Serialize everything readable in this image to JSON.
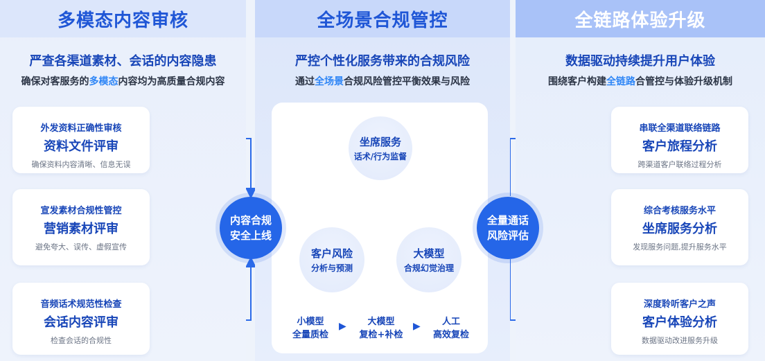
{
  "left": {
    "header": "多模态内容审核",
    "sub1": "严查各渠道素材、会话的内容隐患",
    "sub2_pre": "确保对客服务的",
    "sub2_hl": "多模态",
    "sub2_post": "内容均为高质量合规内容",
    "cards": [
      {
        "l1": "外发资料正确性审核",
        "l2": "资料文件评审",
        "l3": "确保资料内容清晰、信息无误"
      },
      {
        "l1": "宣发素材合规性管控",
        "l2": "营销素材评审",
        "l3": "避免夸大、误传、虚假宣传"
      },
      {
        "l1": "音频话术规范性检查",
        "l2": "会话内容评审",
        "l3": "检查会话的合规性"
      }
    ]
  },
  "left_circle": {
    "line1": "内容合规",
    "line2": "安全上线"
  },
  "mid": {
    "header": "全场景合规管控",
    "sub1": "严控个性化服务带来的合规风险",
    "sub2_pre": "通过",
    "sub2_hl": "全场景",
    "sub2_post": "合规风险管控平衡效果与风险",
    "bubbles": [
      {
        "title": "坐席服务",
        "sub": "话术/行为监督"
      },
      {
        "title": "客户风险",
        "sub": "分析与预测"
      },
      {
        "title": "大模型",
        "sub": "合规幻觉治理"
      }
    ],
    "flow": [
      {
        "line1": "小模型",
        "line2": "全量质检"
      },
      {
        "line1": "大模型",
        "line2": "复检+补检"
      },
      {
        "line1": "人工",
        "line2": "高效复检"
      }
    ]
  },
  "right_circle": {
    "line1": "全量通话",
    "line2": "风险评估"
  },
  "right": {
    "header": "全链路体验升级",
    "sub1": "数据驱动持续提升用户体验",
    "sub2_pre": "围绕客户构建",
    "sub2_hl": "全链路",
    "sub2_post": "合管控与体验升级机制",
    "cards": [
      {
        "l1": "串联全渠道联络链路",
        "l2": "客户旅程分析",
        "l3": "跨渠道客户联络过程分析"
      },
      {
        "l1": "综合考核服务水平",
        "l2": "坐席服务分析",
        "l3": "发现服务问题,提升服务水平"
      },
      {
        "l1": "深度聆听客户之声",
        "l2": "客户体验分析",
        "l3": "数据驱动改进服务升级"
      }
    ]
  },
  "colors": {
    "primary": "#2566e8",
    "title": "#1f56d6",
    "highlight": "#2f86f6",
    "text_dark": "#1846b8"
  }
}
